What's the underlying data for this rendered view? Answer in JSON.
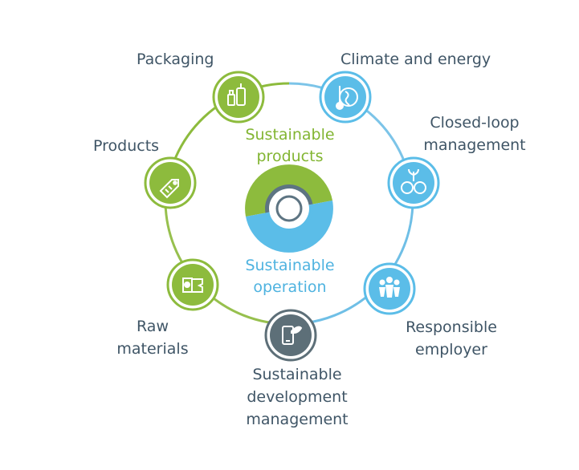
{
  "diagram": {
    "colors": {
      "green": "#8dbb3d",
      "green_light": "#a9cc5a",
      "blue": "#5bbde8",
      "blue_light": "#8ad0ef",
      "gray": "#5d6f78",
      "text": "#3f5566"
    },
    "center": {
      "top_label": [
        "Sustainable",
        "products"
      ],
      "bottom_label": [
        "Sustainable",
        "operation"
      ]
    },
    "nodes": [
      {
        "id": "packaging",
        "label": [
          "Packaging"
        ],
        "icon": "bottles-icon",
        "color": "green"
      },
      {
        "id": "climate",
        "label": [
          "Climate and energy"
        ],
        "icon": "thermometer-globe-icon",
        "color": "blue"
      },
      {
        "id": "closed-loop",
        "label": [
          "Closed-loop",
          "management"
        ],
        "icon": "recycle-loop-icon",
        "color": "blue"
      },
      {
        "id": "employer",
        "label": [
          "Responsible",
          "employer"
        ],
        "icon": "people-icon",
        "color": "blue"
      },
      {
        "id": "sd-management",
        "label": [
          "Sustainable",
          "development",
          "management"
        ],
        "icon": "phone-leaf-icon",
        "color": "gray"
      },
      {
        "id": "raw",
        "label": [
          "Raw",
          "materials"
        ],
        "icon": "raw-materials-icon",
        "color": "green"
      },
      {
        "id": "products",
        "label": [
          "Products"
        ],
        "icon": "tag-icon",
        "color": "green"
      }
    ]
  }
}
